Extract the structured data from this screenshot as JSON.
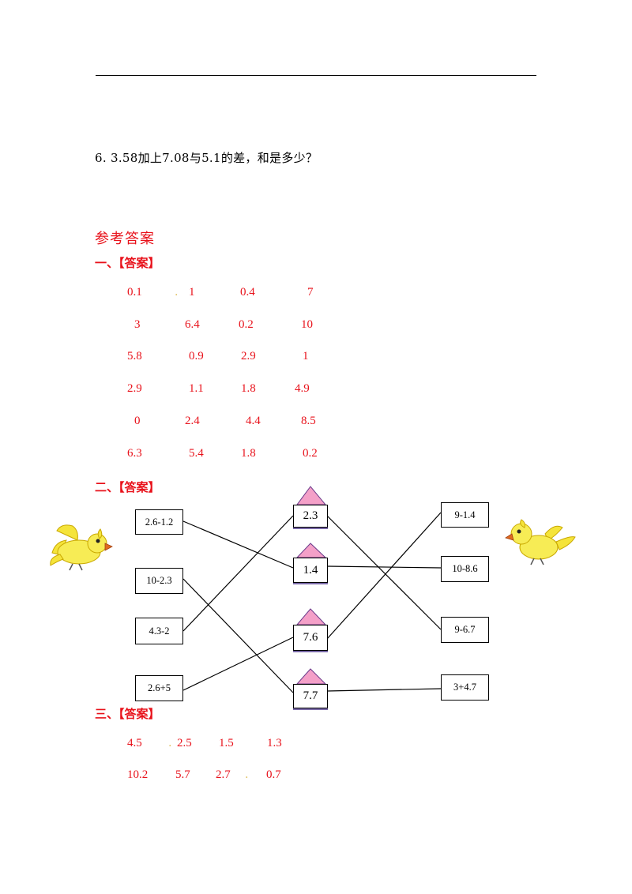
{
  "question6": "6. 3.58加上7.08与5.1的差，和是多少？",
  "answers_title": "参考答案",
  "section1": {
    "label": "一、【答案】",
    "rows": [
      [
        "0.1",
        "1",
        "0.4",
        "7"
      ],
      [
        "3",
        "6.4",
        "0.2",
        "10"
      ],
      [
        "5.8",
        "0.9",
        "2.9",
        "1"
      ],
      [
        "2.9",
        "1.1",
        "1.8",
        "4.9"
      ],
      [
        "0",
        "2.4",
        "4.4",
        "8.5"
      ],
      [
        "6.3",
        "5.4",
        "1.8",
        "0.2"
      ]
    ]
  },
  "section2": {
    "label": "二、【答案】",
    "left": [
      "2.6-1.2",
      "10-2.3",
      "4.3-2",
      "2.6+5"
    ],
    "middle": [
      "2.3",
      "1.4",
      "7.6",
      "7.7"
    ],
    "right": [
      "9-1.4",
      "10-8.6",
      "9-6.7",
      "3+4.7"
    ]
  },
  "section3": {
    "label": "三、【答案】",
    "rows": [
      [
        "4.5",
        "2.5",
        "1.5",
        "1.3"
      ],
      [
        "10.2",
        "5.7",
        "2.7",
        "0.7"
      ]
    ]
  },
  "colors": {
    "answer_red": "#e8121b",
    "triangle_pink": "#f4a0c8",
    "bird_yellow": "#f5e43a"
  }
}
